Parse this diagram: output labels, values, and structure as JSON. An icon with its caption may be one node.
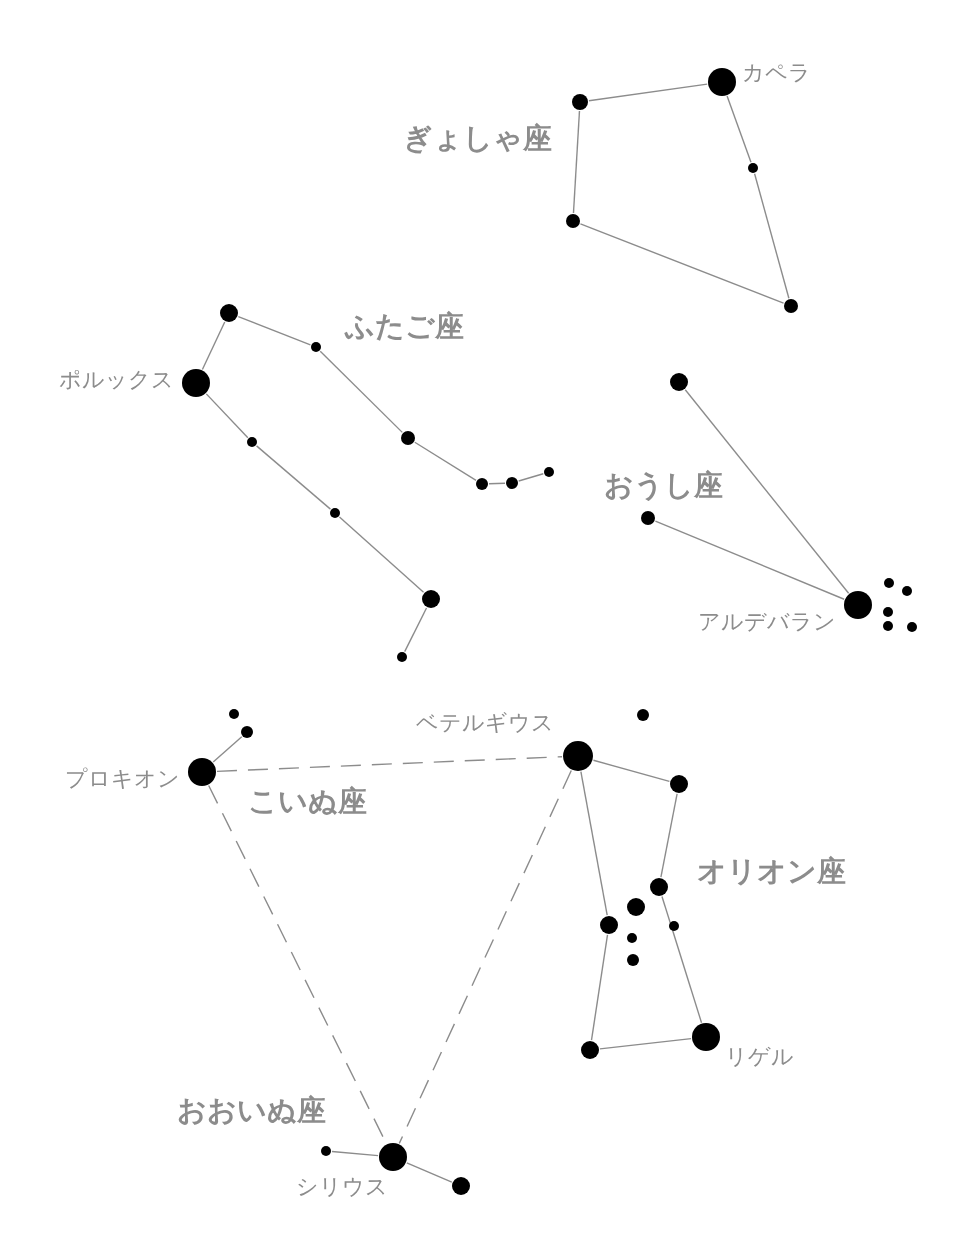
{
  "diagram": {
    "nodes": [
      {
        "text": [],
        "shape": "circle"
      },
      {
        "text": [],
        "shape": "circle",
        "beside": [
          "カペラ"
        ]
      },
      {
        "text": [],
        "shape": "circle"
      },
      {
        "text": [],
        "shape": "circle"
      },
      {
        "text": [],
        "shape": "circle"
      },
      {
        "text": [],
        "shape": "circle"
      },
      {
        "text": [],
        "shape": "circle"
      },
      {
        "text": [],
        "shape": "circle",
        "beside": [
          "ポルックス"
        ]
      },
      {
        "text": [],
        "shape": "circle"
      },
      {
        "text": [],
        "shape": "circle"
      },
      {
        "text": [],
        "shape": "circle"
      },
      {
        "text": [],
        "shape": "circle"
      },
      {
        "text": [],
        "shape": "circle"
      },
      {
        "text": [],
        "shape": "circle"
      },
      {
        "text": [],
        "shape": "circle"
      },
      {
        "text": [],
        "shape": "circle"
      },
      {
        "text": [],
        "shape": "circle"
      },
      {
        "text": [],
        "shape": "circle"
      },
      {
        "text": [],
        "shape": "circle",
        "beside": [
          "アルデバラン"
        ]
      },
      {
        "text": [],
        "shape": "circle"
      },
      {
        "text": [],
        "shape": "circle"
      },
      {
        "text": [],
        "shape": "circle"
      },
      {
        "text": [],
        "shape": "circle"
      },
      {
        "text": [],
        "shape": "circle"
      },
      {
        "text": [],
        "shape": "circle"
      },
      {
        "text": [],
        "shape": "circle"
      },
      {
        "text": [],
        "shape": "circle",
        "beside": [
          "プロキオン"
        ]
      },
      {
        "text": [],
        "shape": "circle"
      },
      {
        "text": [],
        "shape": "circle",
        "beside": [
          "ベテルギウス"
        ]
      },
      {
        "text": [],
        "shape": "circle"
      },
      {
        "text": [],
        "shape": "circle"
      },
      {
        "text": [],
        "shape": "circle"
      },
      {
        "text": [],
        "shape": "circle"
      },
      {
        "text": [],
        "shape": "circle"
      },
      {
        "text": [],
        "shape": "circle"
      },
      {
        "text": [],
        "shape": "circle"
      },
      {
        "text": [],
        "shape": "circle"
      },
      {
        "text": [],
        "shape": "circle",
        "beside": [
          "リゲル"
        ]
      },
      {
        "text": [],
        "shape": "circle"
      },
      {
        "text": [],
        "shape": "circle",
        "beside": [
          "シリウス"
        ]
      },
      {
        "text": [],
        "shape": "circle"
      }
    ],
    "edges": [
      {
        "from": 0,
        "to": 1,
        "arrow": "none"
      },
      {
        "from": 1,
        "to": 2,
        "arrow": "none"
      },
      {
        "from": 2,
        "to": 4,
        "arrow": "none"
      },
      {
        "from": 4,
        "to": 3,
        "arrow": "none"
      },
      {
        "from": 3,
        "to": 0,
        "arrow": "none"
      },
      {
        "from": 5,
        "to": 6,
        "arrow": "none"
      },
      {
        "from": 6,
        "to": 9,
        "arrow": "none"
      },
      {
        "from": 9,
        "to": 10,
        "arrow": "none"
      },
      {
        "from": 10,
        "to": 11,
        "arrow": "none"
      },
      {
        "from": 11,
        "to": 12,
        "arrow": "none"
      },
      {
        "from": 5,
        "to": 7,
        "arrow": "none"
      },
      {
        "from": 7,
        "to": 8,
        "arrow": "none"
      },
      {
        "from": 8,
        "to": 13,
        "arrow": "none"
      },
      {
        "from": 13,
        "to": 14,
        "arrow": "none"
      },
      {
        "from": 14,
        "to": 15,
        "arrow": "none"
      },
      {
        "from": 16,
        "to": 18,
        "arrow": "none"
      },
      {
        "from": 17,
        "to": 18,
        "arrow": "none"
      },
      {
        "from": 25,
        "to": 26,
        "arrow": "none"
      },
      {
        "from": 26,
        "to": 28,
        "arrow": "none",
        "style": "dashed"
      },
      {
        "from": 26,
        "to": 39,
        "arrow": "none",
        "style": "dashed"
      },
      {
        "from": 28,
        "to": 39,
        "arrow": "none",
        "style": "dashed"
      },
      {
        "from": 28,
        "to": 29,
        "arrow": "none"
      },
      {
        "from": 29,
        "to": 30,
        "arrow": "none"
      },
      {
        "from": 28,
        "to": 32,
        "arrow": "none"
      },
      {
        "from": 32,
        "to": 36,
        "arrow": "none"
      },
      {
        "from": 36,
        "to": 37,
        "arrow": "none"
      },
      {
        "from": 37,
        "to": 30,
        "arrow": "none"
      },
      {
        "from": 38,
        "to": 39,
        "arrow": "none"
      },
      {
        "from": 39,
        "to": 40,
        "arrow": "none"
      }
    ],
    "labels": [
      "ぎょしゃ座",
      "ふたご座",
      "おうし座",
      "こいぬ座",
      "オリオン座",
      "おおいぬ座"
    ]
  }
}
